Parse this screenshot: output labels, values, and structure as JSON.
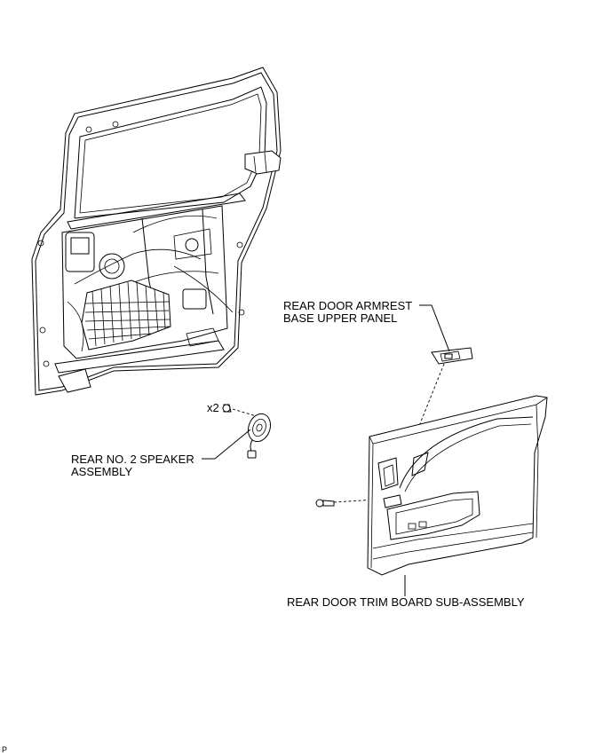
{
  "labels": {
    "armrest_panel_line1": "REAR DOOR ARMREST",
    "armrest_panel_line2": "BASE UPPER PANEL",
    "speaker_line1": "REAR NO. 2 SPEAKER",
    "speaker_line2": "ASSEMBLY",
    "trim_board": "REAR DOOR TRIM  BOARD SUB-ASSEMBLY",
    "quantity": "x2",
    "page_mark": "P"
  }
}
